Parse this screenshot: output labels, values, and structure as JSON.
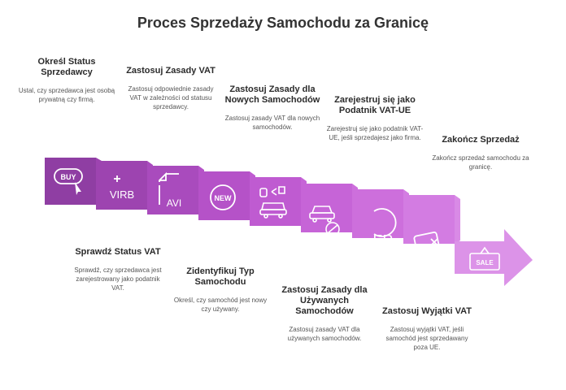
{
  "title": "Proces Sprzedaży Samochodu za Granicę",
  "colors": {
    "stages": [
      "#8f3ea3",
      "#9d44b0",
      "#a94bbd",
      "#b552c8",
      "#bf5bd1",
      "#c664d7",
      "#cd6fdc",
      "#d37ce2",
      "#d98ae6"
    ],
    "arrow": "#dc93e8",
    "icon": "#ffffff"
  },
  "steps": [
    {
      "heading": "Określ Status Sprzedawcy",
      "desc": "Ustal, czy sprzedawca jest osobą prywatną czy firmą.",
      "icon": "buy-icon",
      "icon_text": "BUY"
    },
    {
      "heading": "Sprawdź Status VAT",
      "desc": "Sprawdź, czy sprzedawca jest zarejestrowany jako podatnik VAT.",
      "icon": "vat-plus-icon",
      "icon_text": "VIRB"
    },
    {
      "heading": "Zastosuj Zasady VAT",
      "desc": "Zastosuj odpowiednie zasady VAT w zależności od statusu sprzedawcy.",
      "icon": "document-icon",
      "icon_text": "AVI"
    },
    {
      "heading": "Zidentyfikuj Typ Samochodu",
      "desc": "Określ, czy samochód jest nowy czy używany.",
      "icon": "new-badge-icon",
      "icon_text": "NEW"
    },
    {
      "heading": "Zastosuj Zasady dla Nowych Samochodów",
      "desc": "Zastosuj zasady VAT dla nowych samochodów.",
      "icon": "new-car-icon",
      "icon_text": ""
    },
    {
      "heading": "Zastosuj Zasady dla Używanych Samochodów",
      "desc": "Zastosuj zasady VAT dla używanych samochodów.",
      "icon": "used-car-icon",
      "icon_text": ""
    },
    {
      "heading": "Zarejestruj się jako Podatnik VAT-UE",
      "desc": "Zarejestruj się jako podatnik VAT-UE, jeśli sprzedajesz jako firma.",
      "icon": "euro-icon",
      "icon_text": "ER"
    },
    {
      "heading": "Zastosuj Wyjątki VAT",
      "desc": "Zastosuj wyjątki VAT, jeśli samochód jest sprzedawany poza UE.",
      "icon": "exception-icon",
      "icon_text": ""
    },
    {
      "heading": "Zakończ Sprzedaż",
      "desc": "Zakończ sprzedaż samochodu za granicę.",
      "icon": "sale-sign-icon",
      "icon_text": "SALE"
    }
  ]
}
